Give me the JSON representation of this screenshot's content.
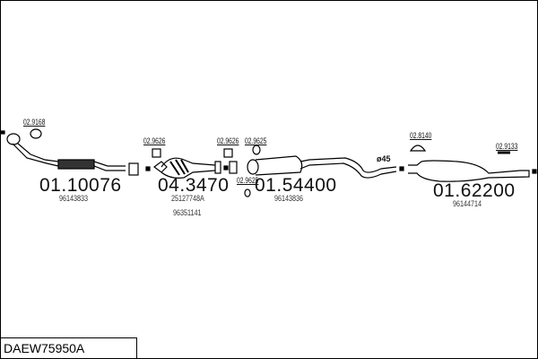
{
  "diagram_code": "DAEW75950A",
  "parts": [
    {
      "number": "01.10076",
      "oem": [
        "96143833"
      ]
    },
    {
      "number": "04.3470",
      "oem": [
        "25127748A",
        "96351141"
      ]
    },
    {
      "number": "01.54400",
      "oem": [
        "96143836"
      ]
    },
    {
      "number": "01.62200",
      "oem": [
        "96144714"
      ]
    }
  ],
  "accessories": [
    "02.9168",
    "02.9626",
    "02.9626",
    "02.9625",
    "02.9625",
    "02.8140",
    "02.9133"
  ],
  "pipe_label": "ø45"
}
